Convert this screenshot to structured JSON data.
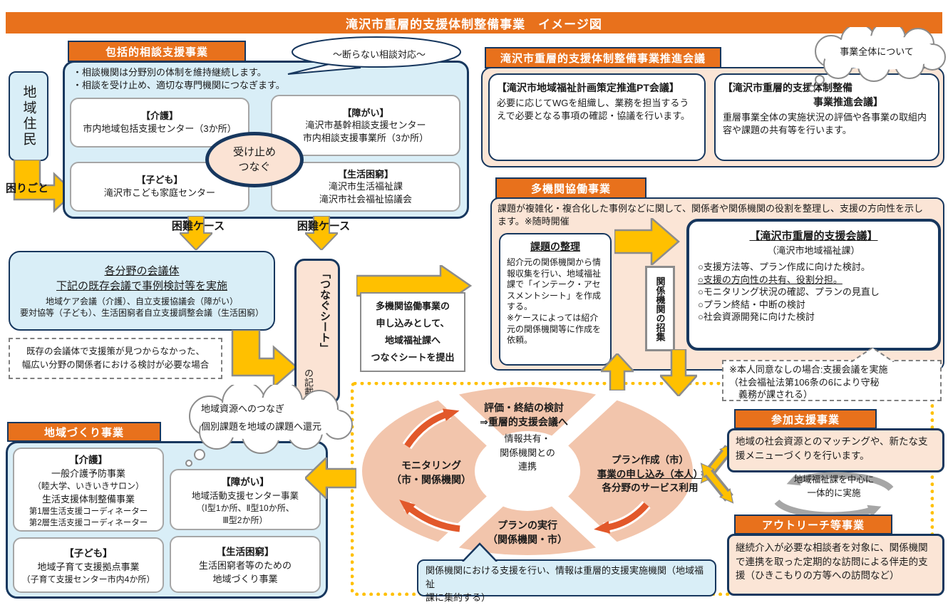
{
  "title": "滝沢市重層的支援体制整備事業　イメージ図",
  "left": {
    "resident": "地域住民",
    "trouble": "困りごと",
    "hard_case": "困難ケース"
  },
  "houkatsu": {
    "header": "包括的相談支援事業",
    "bubble": "～断らない相談対応～",
    "bullet1": "・相談機関は分野別の体制を維持継続します。",
    "bullet2": "・相談を受け止め、適切な専門機関につなぎます。",
    "oval1": "受け止め",
    "oval2": "つなぐ",
    "kaigo_title": "【介護】",
    "kaigo_body": "市内地域包括支援センター（3か所）",
    "shogai_title": "【障がい】",
    "shogai_l1": "滝沢市基幹相談支援センター",
    "shogai_l2": "市内相談支援事業所（3か所）",
    "kodomo_title": "【子ども】",
    "kodomo_body": "滝沢市こども家庭センター",
    "seikatsu_title": "【生活困窮】",
    "seikatsu_l1": "滝沢市生活福祉課",
    "seikatsu_l2": "滝沢市社会福祉協議会"
  },
  "kaigitai": {
    "t1": "各分野の会議体",
    "t2": "下記の既存会議で事例検討等を実施",
    "l1": "地域ケア会議（介護）、自立支援協議会（障がい）",
    "l2": "要対協等（子ども）、生活困窮者自立支援調整会議（生活困窮）"
  },
  "kizon_note": {
    "l1": "既存の会議体で支援策が見つからなかった、",
    "l2": "幅広い分野の関係者における検討が必要な場合"
  },
  "tsunagu": {
    "main": "「つなぐシート」",
    "sub": "の記載"
  },
  "moshikomi": {
    "l1": "多機関協働事業の",
    "l2": "申し込みとして、",
    "l3": "地域福祉課へ",
    "l4": "つなぐシートを提出"
  },
  "takikan": {
    "header": "多機関協働事業",
    "intro1": "課題が複雑化・複合化した事例などに関して、関係者や関係機関の役割を整理し、支援の方向性を示し",
    "intro2": "ます。※随時開催",
    "kadai_title": "課題の整理",
    "kadai_b1": "紹介元の関係機関から情報収集を行い、地域福祉課で「インテーク・アセスメントシート」を作成する。",
    "kadai_b2": "※ケースによっては紹介元の関係機関等に作成を依頼。",
    "shoshu": "関係機関の招集",
    "kaigi_title": "【滝沢市重層的支援会議】",
    "kaigi_sub": "（滝沢市地域福祉課）",
    "item1": "○支援方法等、プラン作成に向けた検討。",
    "item2": "○支援の方向性の共有、役割分担。",
    "item3": "○モニタリング状況の確認、プランの見直し",
    "item4": "○プラン終結・中断の検討",
    "item5": "○社会資源開発に向けた検討",
    "note1": "※本人同意なしの場合:支援会議を実施",
    "note2": "（社会福祉法第106条の6により守秘",
    "note3": "　義務が課される）"
  },
  "suishin": {
    "header": "滝沢市重層的支援体制整備事業推進会議",
    "cloud": "事業全体について",
    "pt_title": "【滝沢市地域福祉計画策定推進PT会議】",
    "pt_body": "必要に応じてWGを組織し、業務を担当するうえで必要となる事項の確認・協議を行います。",
    "jg_t1": "【滝沢市重層的支援体制整備",
    "jg_t2": "事業推進会議】",
    "jg_body": "重層事業全体の実施状況の評価や各事業の取組内容や課題の共有等を行います。"
  },
  "cycle": {
    "c1": "情報共有・",
    "c2": "関係機関との",
    "c3": "連携",
    "top1": "評価・終結の検討",
    "top2": "⇒重層的支援会議へ",
    "left1": "モニタリング",
    "left2": "（市・関係機関）",
    "right1": "プラン作成（市）",
    "right2": "事業の申し込み（本人）",
    "right3": "各分野のサービス利用",
    "bottom1": "プランの実行",
    "bottom2": "（関係機関・市）",
    "bubble1": "関係機関における支援を行い、情報は重層的支援実施機関（地域福祉",
    "bubble2": "課に集約する）"
  },
  "sanka": {
    "header": "参加支援事業",
    "body": "地域の社会資源とのマッチングや、新たな支援メニューづくりを行います。"
  },
  "ittai": {
    "l1": "地域福祉課を中心に",
    "l2": "一体的に実施"
  },
  "outreach": {
    "header": "アウトリーチ等事業",
    "body": "継続介入が必要な相談者を対象に、関係機関で連携を取った定期的な訪問による伴走的支援（ひきこもりの方等への訪問など）"
  },
  "machi": {
    "header": "地域づくり事業",
    "cloud1": "地域資源へのつなぎ",
    "cloud2": "個別課題を地域の課題へ還元",
    "kaigo_title": "【介護】",
    "kaigo_l1": "一般介護予防事業",
    "kaigo_l2": "（睦大学、いきいきサロン）",
    "kaigo_l3": "生活支援体制整備事業",
    "kaigo_l4": "第1層生活支援コーディネーター",
    "kaigo_l5": "第2層生活支援コーディネーター",
    "shogai_title": "【障がい】",
    "shogai_l1": "地域活動支援センター事業",
    "shogai_l2": "（Ⅰ型1か所、Ⅱ型10か所、",
    "shogai_l3": "Ⅲ型2か所）",
    "kodomo_title": "【子ども】",
    "kodomo_l1": "地域子育て支援拠点事業",
    "kodomo_l2": "（子育て支援センター市内4か所）",
    "seikatsu_title": "【生活困窮】",
    "seikatsu_l1": "生活困窮者等のための",
    "seikatsu_l2": "地域づくり事業"
  },
  "colors": {
    "orange": "#E8711C",
    "navy": "#17375E",
    "light_blue": "#D9EEF7",
    "peach": "#FBE5D6",
    "salmon": "#F2C5AC",
    "yellow": "#FFC000"
  }
}
